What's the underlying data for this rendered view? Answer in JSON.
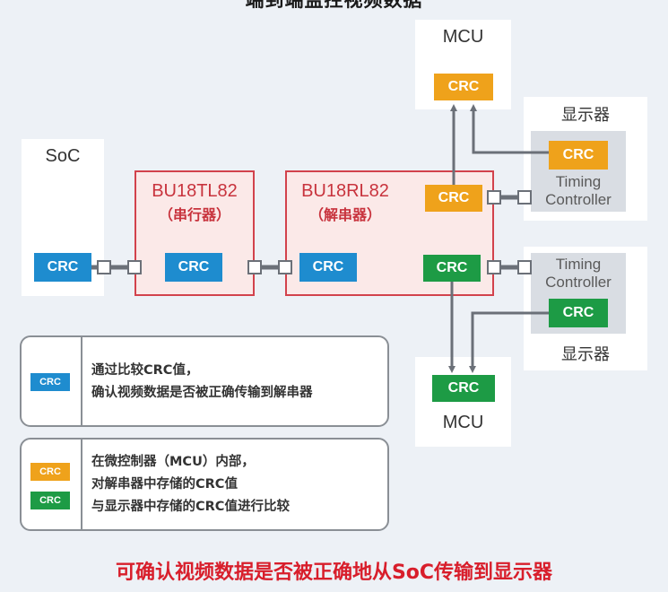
{
  "title": "端到端监控视频数据",
  "soc": {
    "label": "SoC",
    "crc": "CRC"
  },
  "serializer": {
    "name": "BU18TL82",
    "sub": "（串行器）",
    "crc": "CRC"
  },
  "deserializer": {
    "name": "BU18RL82",
    "sub": "（解串器）",
    "crc_orange": "CRC",
    "crc_blue": "CRC",
    "crc_green": "CRC"
  },
  "mcu_top": {
    "label": "MCU",
    "crc": "CRC"
  },
  "mcu_bottom": {
    "label": "MCU",
    "crc": "CRC"
  },
  "display_top": {
    "label": "显示器",
    "crc": "CRC",
    "tc_line1": "Timing",
    "tc_line2": "Controller"
  },
  "display_bottom": {
    "label": "显示器",
    "crc": "CRC",
    "tc_line1": "Timing",
    "tc_line2": "Controller"
  },
  "legend1": {
    "badge": "CRC",
    "line1": "通过比较CRC值，",
    "line2": "确认视频数据是否被正确传输到解串器"
  },
  "legend2": {
    "badge_orange": "CRC",
    "badge_green": "CRC",
    "line1": "在微控制器（MCU）内部，",
    "line2": "对解串器中存储的CRC值",
    "line3": "与显示器中存储的CRC值进行比较"
  },
  "footer": "可确认视频数据是否被正确地从SoC传输到显示器",
  "colors": {
    "blue": "#1e8ccf",
    "orange": "#efa21b",
    "green": "#1d9b45",
    "chip_border": "#d2424c",
    "footer_red": "#d81e2b"
  }
}
